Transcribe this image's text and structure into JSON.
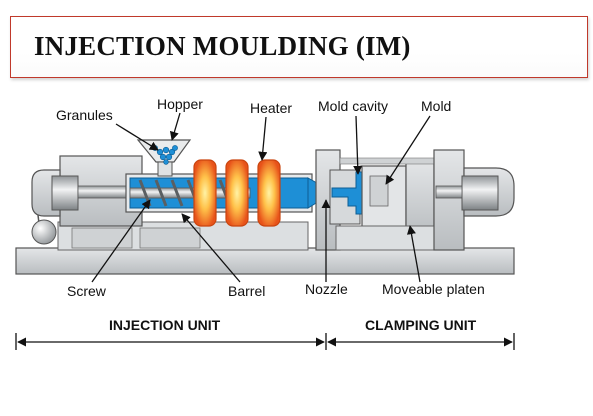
{
  "title": "INJECTION MOULDING (IM)",
  "labels": {
    "granules": "Granules",
    "hopper": "Hopper",
    "heater": "Heater",
    "mold_cavity": "Mold cavity",
    "mold": "Mold",
    "screw": "Screw",
    "barrel": "Barrel",
    "nozzle": "Nozzle",
    "moveable_platen": "Moveable platen"
  },
  "units": {
    "injection": "INJECTION UNIT",
    "clamping": "CLAMPING UNIT"
  },
  "colors": {
    "title_border": "#c0392b",
    "machine_gray": "#cfd2d4",
    "outline": "#444444",
    "melt_blue": "#1e8fd6",
    "heater_orange": "#f07a1a",
    "heater_glow": "#ffe08a"
  }
}
